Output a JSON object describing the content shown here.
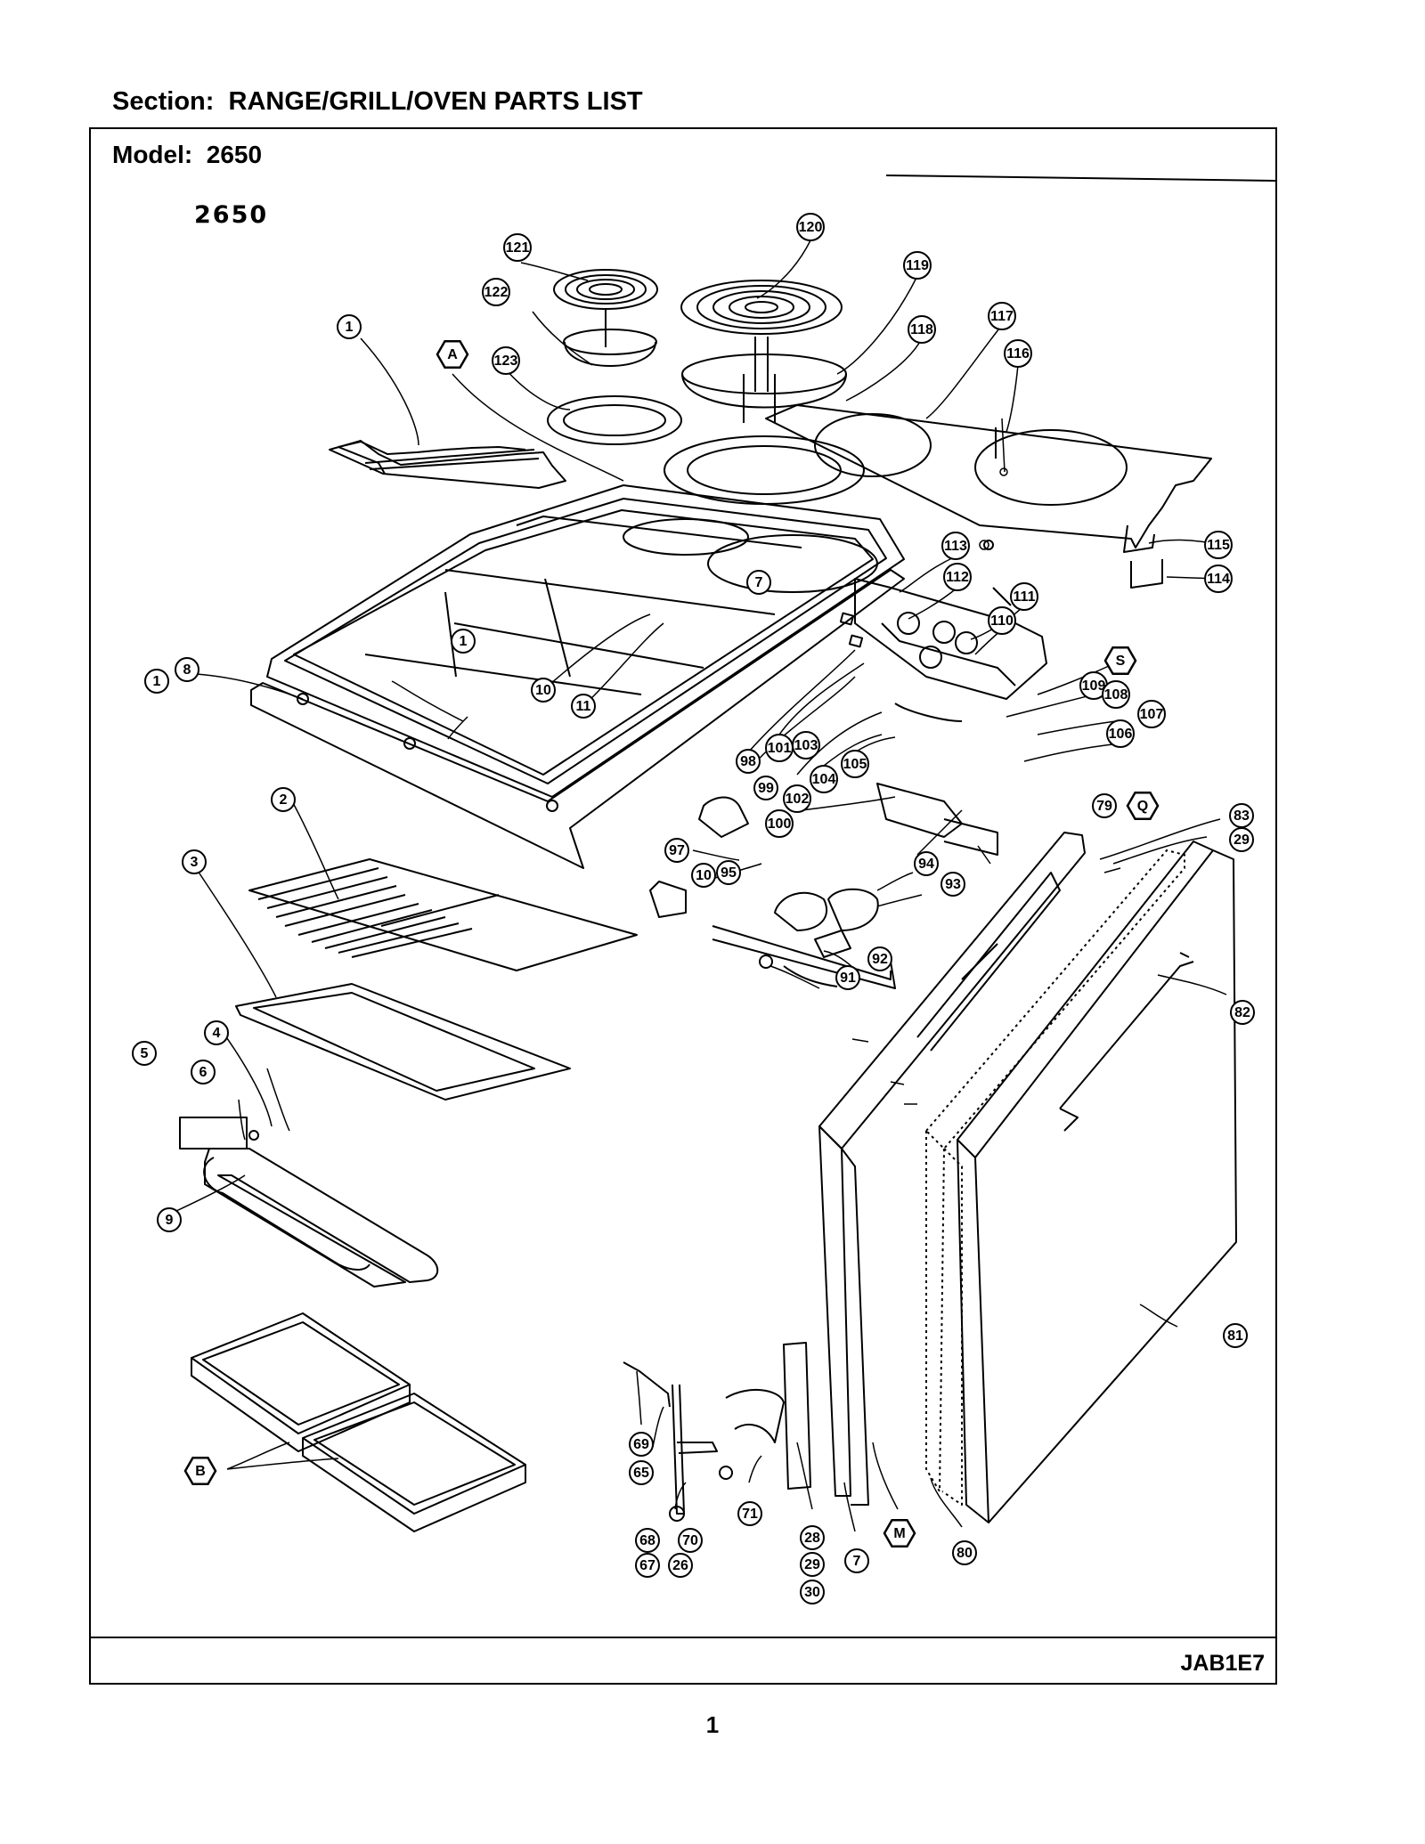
{
  "section": {
    "label": "Section:",
    "title": "RANGE/GRILL/OVEN PARTS LIST"
  },
  "model": {
    "label": "Model:",
    "number": "2650"
  },
  "diagram_stamp": "2650",
  "ref_code": "JAB1E7",
  "page_number": "1",
  "callouts": [
    {
      "id": "c121",
      "label": "121"
    },
    {
      "id": "c120",
      "label": "120"
    },
    {
      "id": "c119",
      "label": "119"
    },
    {
      "id": "c122",
      "label": "122"
    },
    {
      "id": "c118",
      "label": "118"
    },
    {
      "id": "c117",
      "label": "117"
    },
    {
      "id": "c1a",
      "label": "1"
    },
    {
      "id": "cA",
      "label": "A"
    },
    {
      "id": "c123",
      "label": "123"
    },
    {
      "id": "c116",
      "label": "116"
    },
    {
      "id": "c115",
      "label": "115"
    },
    {
      "id": "c114",
      "label": "114"
    },
    {
      "id": "c113",
      "label": "113"
    },
    {
      "id": "c112",
      "label": "112"
    },
    {
      "id": "c111",
      "label": "111"
    },
    {
      "id": "c7a",
      "label": "7"
    },
    {
      "id": "c110",
      "label": "110"
    },
    {
      "id": "cS",
      "label": "S"
    },
    {
      "id": "c1b",
      "label": "1"
    },
    {
      "id": "c8",
      "label": "8"
    },
    {
      "id": "c1c",
      "label": "1"
    },
    {
      "id": "c10a",
      "label": "10"
    },
    {
      "id": "c11",
      "label": "11"
    },
    {
      "id": "c109",
      "label": "109"
    },
    {
      "id": "c108",
      "label": "108"
    },
    {
      "id": "c107",
      "label": "107"
    },
    {
      "id": "c106",
      "label": "106"
    },
    {
      "id": "c98",
      "label": "98"
    },
    {
      "id": "c101",
      "label": "101"
    },
    {
      "id": "c103",
      "label": "103"
    },
    {
      "id": "c99",
      "label": "99"
    },
    {
      "id": "c102",
      "label": "102"
    },
    {
      "id": "c104",
      "label": "104"
    },
    {
      "id": "c105",
      "label": "105"
    },
    {
      "id": "c100",
      "label": "100"
    },
    {
      "id": "c2",
      "label": "2"
    },
    {
      "id": "c79",
      "label": "79"
    },
    {
      "id": "cQ",
      "label": "Q"
    },
    {
      "id": "c83",
      "label": "83"
    },
    {
      "id": "c29a",
      "label": "29"
    },
    {
      "id": "c3",
      "label": "3"
    },
    {
      "id": "c97",
      "label": "97"
    },
    {
      "id": "c10b",
      "label": "10"
    },
    {
      "id": "c95",
      "label": "95"
    },
    {
      "id": "c94",
      "label": "94"
    },
    {
      "id": "c93",
      "label": "93"
    },
    {
      "id": "c92",
      "label": "92"
    },
    {
      "id": "c91",
      "label": "91"
    },
    {
      "id": "c82",
      "label": "82"
    },
    {
      "id": "c5",
      "label": "5"
    },
    {
      "id": "c4",
      "label": "4"
    },
    {
      "id": "c6",
      "label": "6"
    },
    {
      "id": "c9",
      "label": "9"
    },
    {
      "id": "c81",
      "label": "81"
    },
    {
      "id": "cB",
      "label": "B"
    },
    {
      "id": "c69",
      "label": "69"
    },
    {
      "id": "c65",
      "label": "65"
    },
    {
      "id": "c71",
      "label": "71"
    },
    {
      "id": "c28",
      "label": "28"
    },
    {
      "id": "c29b",
      "label": "29"
    },
    {
      "id": "c30",
      "label": "30"
    },
    {
      "id": "c68",
      "label": "68"
    },
    {
      "id": "c70",
      "label": "70"
    },
    {
      "id": "c67",
      "label": "67"
    },
    {
      "id": "c26",
      "label": "26"
    },
    {
      "id": "c7b",
      "label": "7"
    },
    {
      "id": "cM",
      "label": "M"
    },
    {
      "id": "c80",
      "label": "80"
    }
  ]
}
